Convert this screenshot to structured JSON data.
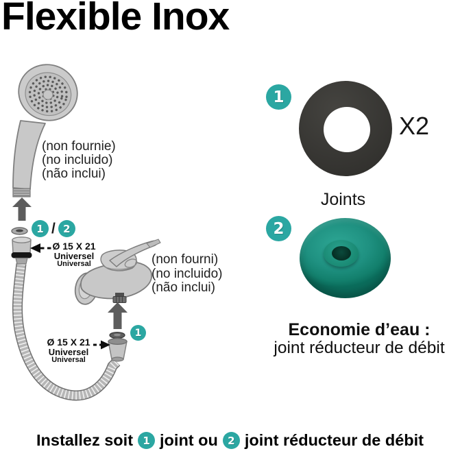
{
  "title": "Flexible Inox",
  "colors": {
    "badge_teal": "#2BA7A2",
    "disc_green": "#1E9383",
    "washer_black": "#393834",
    "illustration_gray": "#C8C8C8",
    "arrow_gray": "#5D5D5D"
  },
  "diagram": {
    "shower_note": {
      "line1": "(non fournie)",
      "line2": "(no incluido)",
      "line3": "(não inclui)"
    },
    "faucet_note": {
      "line1": "(non fourni)",
      "line2": "(no incluido)",
      "line3": "(não inclui)"
    },
    "top_fitting": {
      "badge_1": "1",
      "slash": "/",
      "badge_2": "2",
      "size": "Ø 15 X 21",
      "universal_fr": "Universel",
      "universal_en": "Universal"
    },
    "bottom_fitting": {
      "badge": "1",
      "size": "Ø 15 X 21",
      "universal_fr": "Universel",
      "universal_en": "Universal"
    }
  },
  "parts": {
    "joint_black": {
      "badge": "1",
      "quantity": "X2"
    },
    "joints_label": "Joints",
    "joint_green": {
      "badge": "2"
    },
    "eco_title": "Economie d’eau :",
    "eco_desc": "joint réducteur de débit"
  },
  "footer": {
    "text_1": "Installez soit",
    "badge_1": "1",
    "text_2": "joint ou",
    "badge_2": "2",
    "text_3": "joint réducteur de débit"
  }
}
